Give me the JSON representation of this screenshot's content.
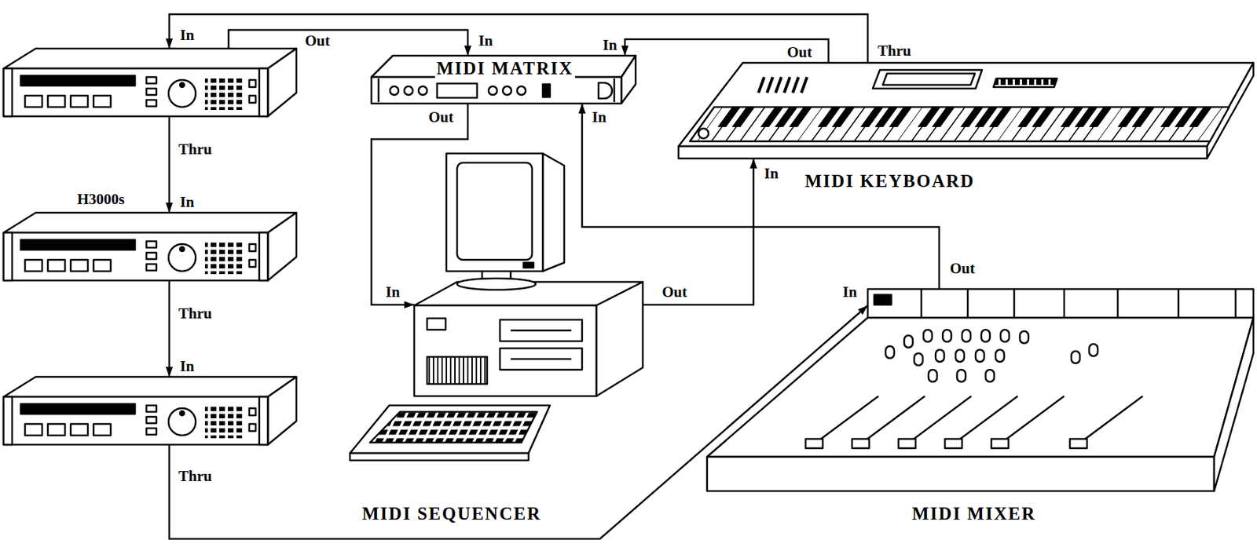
{
  "diagram": {
    "nodes": [
      {
        "text": [
          "In",
          "Out",
          "Thru"
        ]
      },
      {
        "text": [
          "H3000s",
          "In",
          "Thru"
        ]
      },
      {
        "text": [
          "In",
          "Thru"
        ]
      },
      {
        "text": [
          "MIDI MATRIX",
          "In",
          "In",
          "Out",
          "In"
        ]
      },
      {
        "text": [
          "Out",
          "Thru",
          "In",
          "MIDI KEYBOARD"
        ]
      },
      {
        "text": [
          "In",
          "Out",
          "MIDI SEQUENCER"
        ]
      },
      {
        "text": [
          "In",
          "Out",
          "MIDI MIXER"
        ]
      }
    ],
    "edges": [
      {
        "from": 4,
        "to": 0,
        "arrow": "to"
      },
      {
        "from": 0,
        "to": 3,
        "arrow": "to"
      },
      {
        "from": 4,
        "to": 3,
        "arrow": "to"
      },
      {
        "from": 0,
        "to": 1,
        "arrow": "to"
      },
      {
        "from": 1,
        "to": 2,
        "arrow": "to"
      },
      {
        "from": 2,
        "to": 6,
        "arrow": "to"
      },
      {
        "from": 3,
        "to": 5,
        "arrow": "to"
      },
      {
        "from": 6,
        "to": 3,
        "arrow": "to"
      },
      {
        "from": 5,
        "to": 4,
        "arrow": "to"
      }
    ]
  }
}
